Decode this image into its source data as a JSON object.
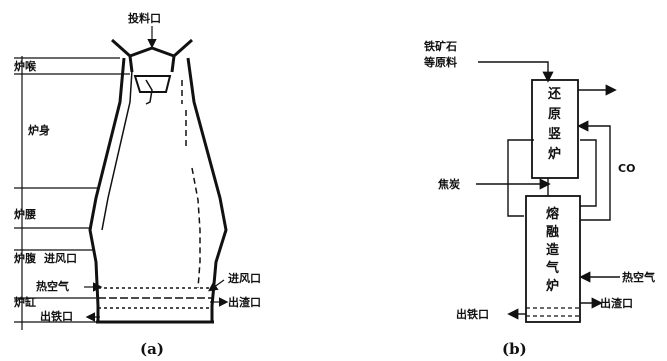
{
  "panel_a": {
    "caption": "(a)",
    "labels": {
      "charging_port": "投料口",
      "throat": "炉喉",
      "shaft": "炉身",
      "belly": "炉腰",
      "bosh": "炉腹",
      "tuyere_left": "进风口",
      "hot_blast": "热空气",
      "hearth": "炉缸",
      "iron_notch_left": "出铁口",
      "tuyere_right": "进风口",
      "slag_notch": "出渣口"
    }
  },
  "panel_b": {
    "caption": "(b)",
    "labels": {
      "raw_material_line1": "铁矿石",
      "raw_material_line2": "等原料",
      "reduction_shaft": [
        "还",
        "原",
        "竖",
        "炉"
      ],
      "coke": "焦炭",
      "co": "CO",
      "melter_gasifier": [
        "熔",
        "融",
        "造",
        "气",
        "炉"
      ],
      "hot_blast": "热空气",
      "iron_notch": "出铁口",
      "slag_notch": "出渣口"
    }
  }
}
